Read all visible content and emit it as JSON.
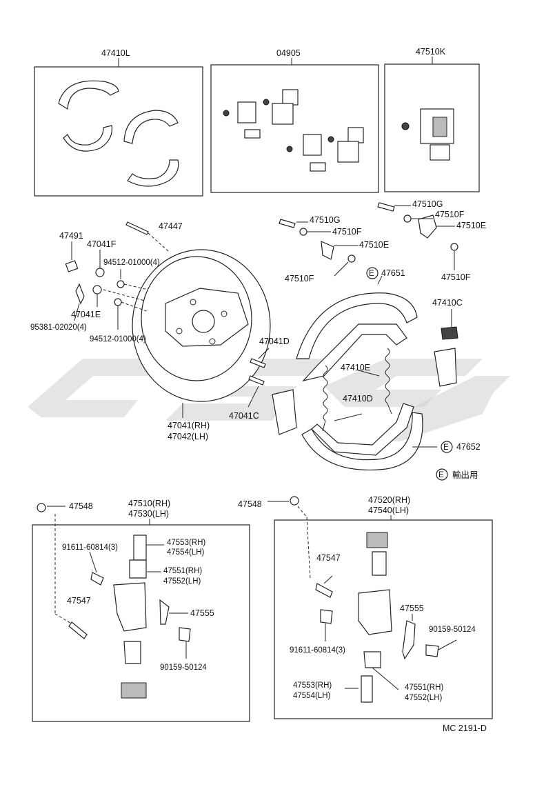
{
  "diagram": {
    "footer_code": "MC 2191-D",
    "legend": {
      "marker": "E",
      "text": "輸出用"
    },
    "kit_boxes": {
      "shoe_kit": "47410L",
      "repair_kit": "04905",
      "cylinder_kit": "47510K"
    },
    "labels": {
      "p47491": "47491",
      "p47041F": "47041F",
      "p47447": "47447",
      "p94512_top": "94512-01000(4)",
      "p95381": "95381-02020(4)",
      "p47041E": "47041E",
      "p94512_bottom": "94512-01000(4)",
      "p47041D": "47041D",
      "p47041C": "47041C",
      "p47041_rh": "47041(RH)",
      "p47042_lh": "47042(LH)",
      "p47510G_a": "47510G",
      "p47510F_a": "47510F",
      "p47510E_a": "47510E",
      "p47510F_b": "47510F",
      "p47510G_b": "47510G",
      "p47510F_c": "47510F",
      "p47510E_b": "47510E",
      "p47510F_d": "47510F",
      "p47651": "47651",
      "p47410C": "47410C",
      "p47410E": "47410E",
      "p47410D": "47410D",
      "p47652": "47652",
      "p47548_left": "47548",
      "p47510_rh": "47510(RH)",
      "p47530_lh": "47530(LH)",
      "p91611_left": "91611-60814(3)",
      "p47553_rh_left": "47553(RH)",
      "p47554_lh_left": "47554(LH)",
      "p47551_rh_left": "47551(RH)",
      "p47552_lh_left": "47552(LH)",
      "p47547_left": "47547",
      "p47555_left": "47555",
      "p90159_left": "90159-50124",
      "p47548_right": "47548",
      "p47520_rh": "47520(RH)",
      "p47540_lh": "47540(LH)",
      "p47547_right": "47547",
      "p47555_right": "47555",
      "p90159_right": "90159-50124",
      "p91611_right": "91611-60814(3)",
      "p47553_rh_right": "47553(RH)",
      "p47554_lh_right": "47554(LH)",
      "p47551_rh_right": "47551(RH)",
      "p47552_lh_right": "47552(LH)"
    }
  }
}
